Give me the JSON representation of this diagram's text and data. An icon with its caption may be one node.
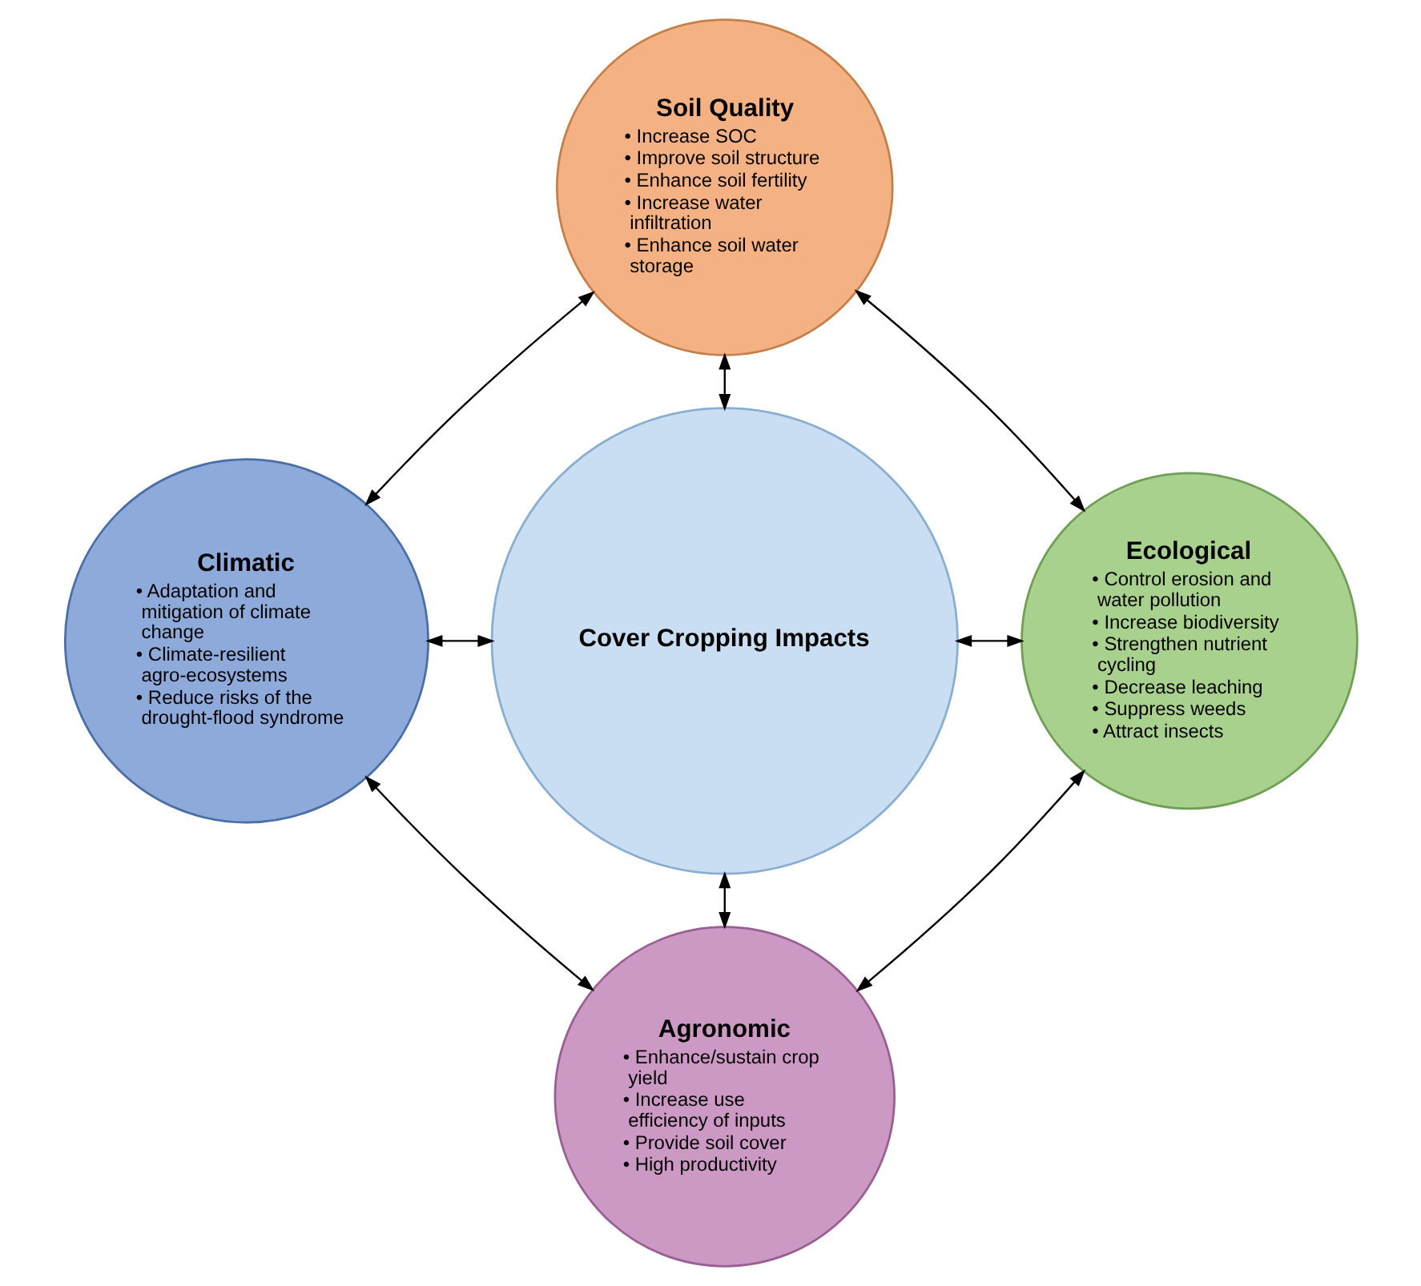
{
  "diagram": {
    "nodes": [
      {
        "text": [
          "Soil Quality",
          "• Increase SOC",
          "• Improve soil structure",
          "• Enhance soil fertility",
          "• Increase water infiltration",
          "• Enhance soil water storage"
        ]
      },
      {
        "text": [
          "Climatic",
          "• Adaptation and mitigation of climate change",
          "• Climate-resilient agro-ecosystems",
          "• Reduce risks of the drought-flood syndrome"
        ]
      },
      {
        "text": [
          "Cover Cropping Impacts"
        ]
      },
      {
        "text": [
          "Ecological",
          "• Control erosion and water pollution",
          "• Increase biodiversity",
          "• Strengthen nutrient cycling",
          "• Decrease leaching",
          "• Suppress weeds",
          "• Attract insects"
        ]
      },
      {
        "text": [
          "Agronomic",
          "• Enhance/sustain crop yield",
          "• Increase use efficiency of inputs",
          "• Provide soil cover",
          "• High productivity"
        ]
      }
    ],
    "edges": [
      {
        "from": 0,
        "to": 1,
        "arrow": "both"
      },
      {
        "from": 0,
        "to": 3,
        "arrow": "both"
      },
      {
        "from": 0,
        "to": 2,
        "arrow": "both"
      },
      {
        "from": 1,
        "to": 2,
        "arrow": "both"
      },
      {
        "from": 2,
        "to": 3,
        "arrow": "both"
      },
      {
        "from": 2,
        "to": 4,
        "arrow": "both"
      },
      {
        "from": 1,
        "to": 4,
        "arrow": "both"
      },
      {
        "from": 3,
        "to": 4,
        "arrow": "both"
      }
    ]
  }
}
